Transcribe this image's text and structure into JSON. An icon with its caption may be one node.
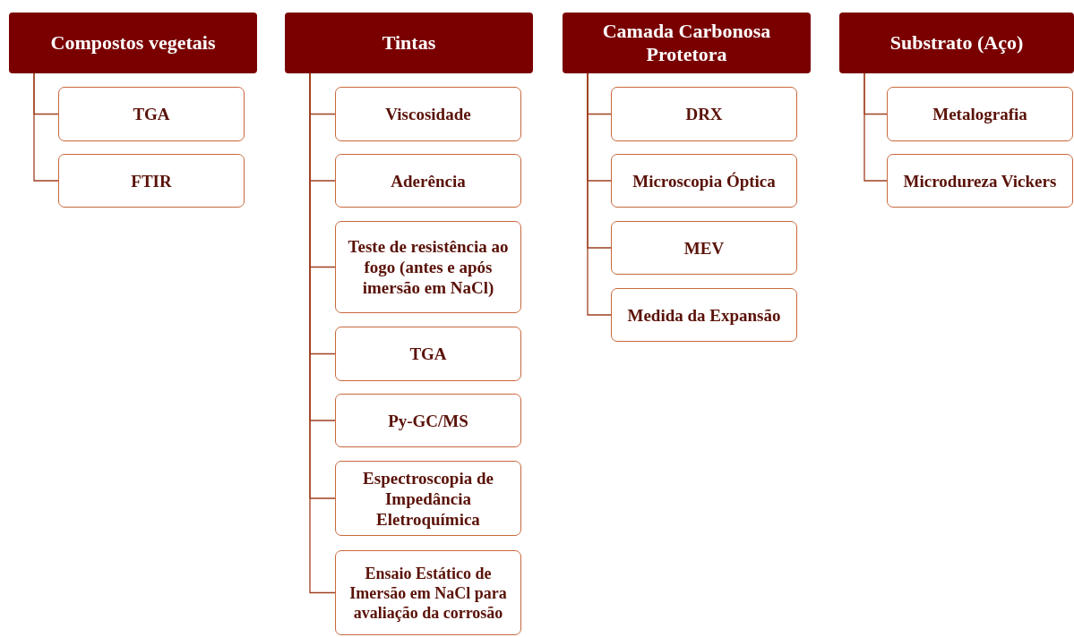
{
  "diagram": {
    "nodes": [
      {
        "text": [
          "Compostos vegetais"
        ]
      },
      {
        "text": [
          "TGA"
        ]
      },
      {
        "text": [
          "FTIR"
        ]
      },
      {
        "text": [
          "Tintas"
        ]
      },
      {
        "text": [
          "Viscosidade"
        ]
      },
      {
        "text": [
          "Aderência"
        ]
      },
      {
        "text": [
          "Teste de resistência ao fogo (antes e após imersão em NaCl)"
        ]
      },
      {
        "text": [
          "TGA"
        ]
      },
      {
        "text": [
          "Py-GC/MS"
        ]
      },
      {
        "text": [
          "Espectroscopia de Impedância Eletroquímica"
        ]
      },
      {
        "text": [
          "Ensaio Estático de Imersão em NaCl para avaliação da corrosão"
        ]
      },
      {
        "text": [
          "Camada Carbonosa Protetora"
        ]
      },
      {
        "text": [
          "DRX"
        ]
      },
      {
        "text": [
          "Microscopia Óptica"
        ]
      },
      {
        "text": [
          "MEV"
        ]
      },
      {
        "text": [
          "Medida da Expansão"
        ]
      },
      {
        "text": [
          "Substrato (Aço)"
        ]
      },
      {
        "text": [
          "Metalografia"
        ]
      },
      {
        "text": [
          "Microdureza Vickers"
        ]
      }
    ],
    "edges": [
      {
        "from": 0,
        "to": 1,
        "arrow": "none"
      },
      {
        "from": 0,
        "to": 2,
        "arrow": "none"
      },
      {
        "from": 3,
        "to": 4,
        "arrow": "none"
      },
      {
        "from": 3,
        "to": 5,
        "arrow": "none"
      },
      {
        "from": 3,
        "to": 6,
        "arrow": "none"
      },
      {
        "from": 3,
        "to": 7,
        "arrow": "none"
      },
      {
        "from": 3,
        "to": 8,
        "arrow": "none"
      },
      {
        "from": 3,
        "to": 9,
        "arrow": "none"
      },
      {
        "from": 3,
        "to": 10,
        "arrow": "none"
      },
      {
        "from": 11,
        "to": 12,
        "arrow": "none"
      },
      {
        "from": 11,
        "to": 13,
        "arrow": "none"
      },
      {
        "from": 11,
        "to": 14,
        "arrow": "none"
      },
      {
        "from": 11,
        "to": 15,
        "arrow": "none"
      },
      {
        "from": 16,
        "to": 17,
        "arrow": "none"
      },
      {
        "from": 16,
        "to": 18,
        "arrow": "none"
      }
    ]
  }
}
